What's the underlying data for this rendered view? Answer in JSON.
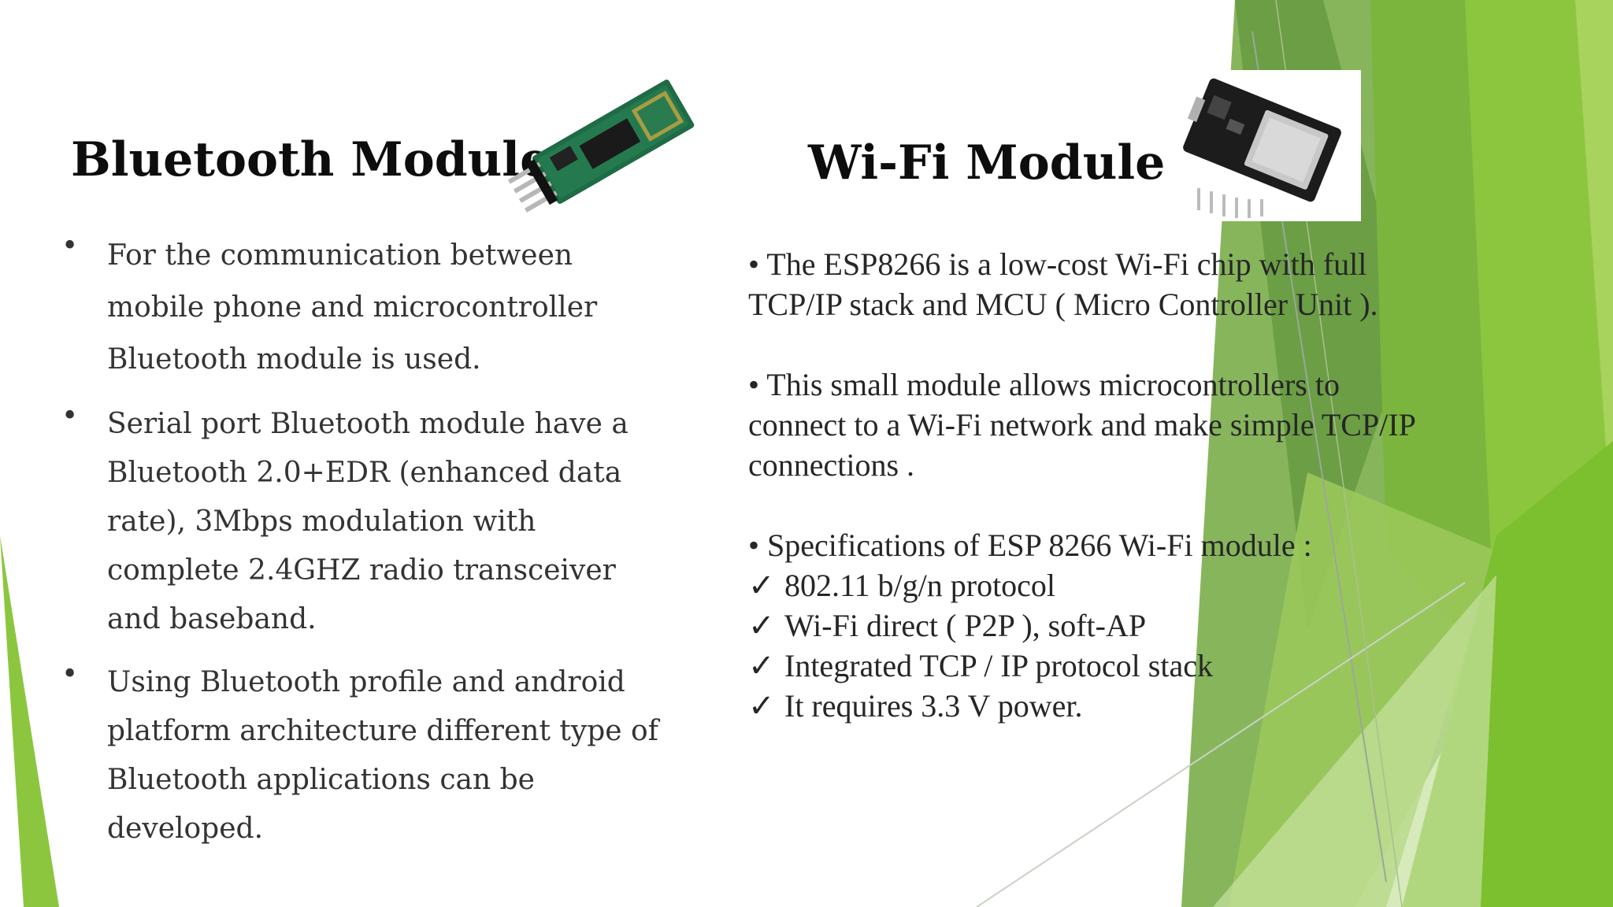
{
  "bluetooth": {
    "title": "Bluetooth Module",
    "bullet_glyph": "•",
    "bullets": [
      "For the  communication between mobile phone and microcontroller Bluetooth module is used.",
      "Serial port Bluetooth module have a Bluetooth 2.0+EDR (enhanced data rate), 3Mbps modulation with complete 2.4GHZ radio transceiver and baseband.",
      "Using Bluetooth profile and android platform architecture different type of Bluetooth applications can be developed."
    ]
  },
  "wifi": {
    "title": "Wi-Fi Module :",
    "paragraphs": [
      "•  The ESP8266 is a low-cost Wi-Fi chip with full TCP/IP stack  and MCU ( Micro Controller Unit ).",
      "•   This small module allows  microcontrollers to connect to a Wi-Fi network and make simple TCP/IP connections ."
    ],
    "spec_heading": "• Specifications of ESP 8266 Wi-Fi module :",
    "check_glyph": "✓",
    "specs": [
      "802.11 b/g/n protocol",
      "Wi-Fi direct ( P2P ), soft-AP",
      "Integrated TCP / IP protocol stack",
      "It requires 3.3 V power."
    ]
  },
  "theme": {
    "accent_green": "#8cc63f",
    "dark_green": "#5e9a3a",
    "light_green": "#b5d98a"
  }
}
